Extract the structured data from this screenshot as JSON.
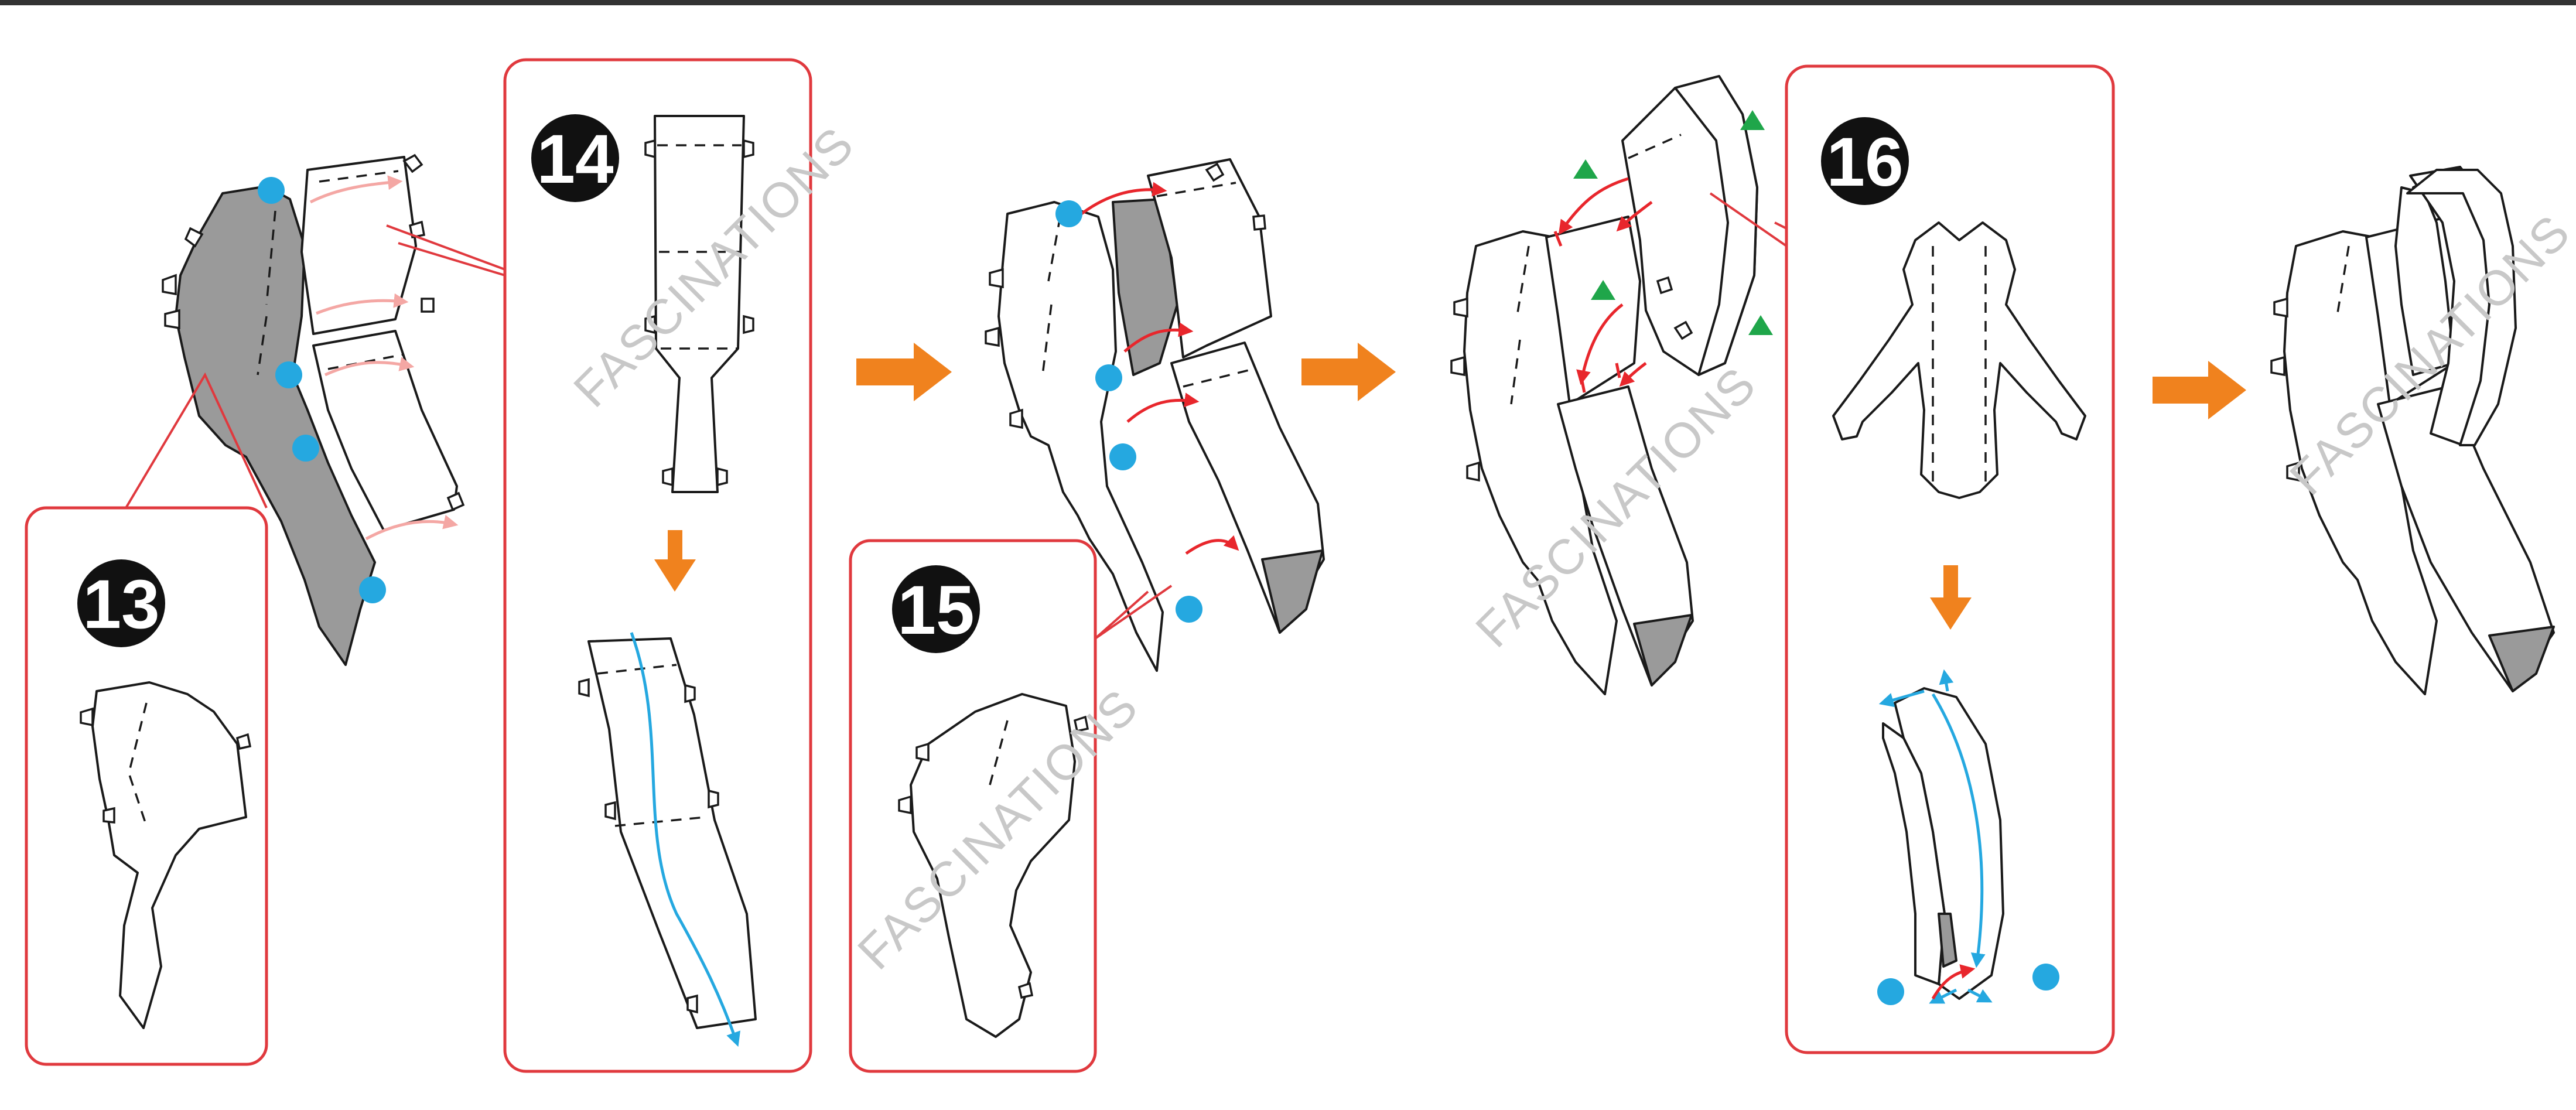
{
  "steps": [
    {
      "number": "13"
    },
    {
      "number": "14"
    },
    {
      "number": "15"
    },
    {
      "number": "16"
    }
  ],
  "watermark": "FASCINATIONS",
  "colors": {
    "frame": "#e0393e",
    "arrow_orange": "#f0821e",
    "dot_blue": "#25a8e0",
    "triangle_green": "#1fa64a",
    "arrow_red": "#e8262c",
    "shade_gray": "#9a9a9a",
    "top_rule": "#333333"
  },
  "icons": [
    "orange-arrow-icon",
    "blue-dot-icon",
    "green-triangle-icon",
    "red-arrow-icon"
  ]
}
